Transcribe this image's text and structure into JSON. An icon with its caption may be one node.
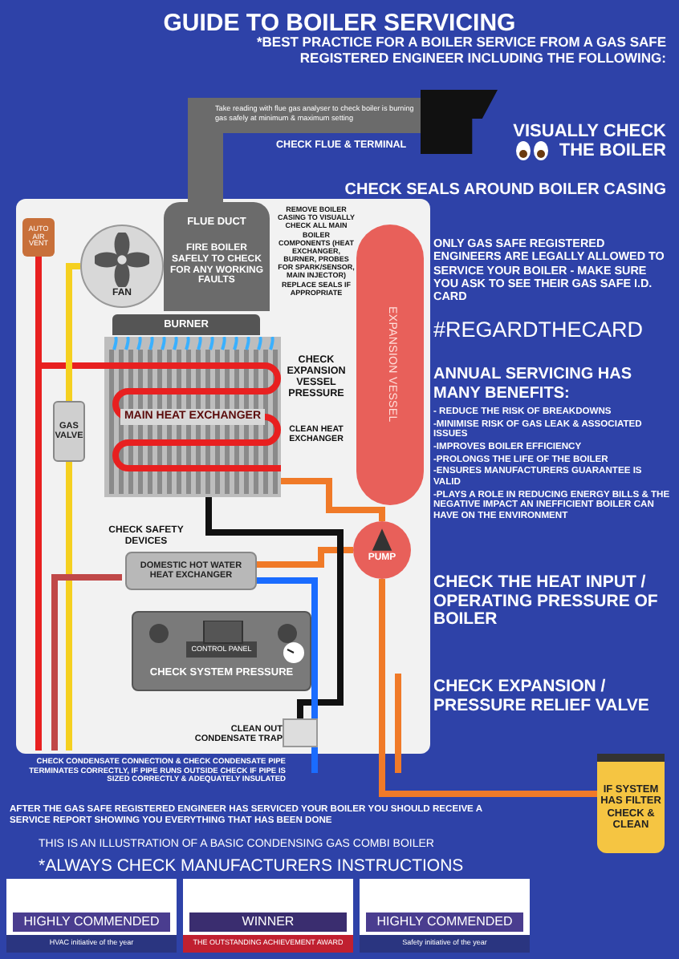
{
  "diagram": {
    "title": "GUIDE TO BOILER SERVICING",
    "nodes": [
      {
        "text": [
          "FLUE DUCT",
          "FIRE BOILER SAFELY TO CHECK FOR ANY WORKING FAULTS"
        ]
      },
      {
        "text": [
          "FAN"
        ]
      },
      {
        "text": [
          "AUTO AIR VENT"
        ]
      },
      {
        "text": [
          "BURNER"
        ]
      },
      {
        "text": [
          "MAIN HEAT EXCHANGER"
        ]
      },
      {
        "text": [
          "GAS VALVE"
        ]
      },
      {
        "text": [
          "EXPANSION VESSEL"
        ]
      },
      {
        "text": [
          "PUMP"
        ]
      },
      {
        "text": [
          "DOMESTIC HOT WATER HEAT EXCHANGER"
        ]
      },
      {
        "text": [
          "CONTROL PANEL",
          "CHECK SYSTEM PRESSURE"
        ]
      },
      {
        "text": [
          "IF SYSTEM HAS FILTER CHECK & CLEAN"
        ]
      },
      {
        "text": [
          "HIGHLY COMMENDED",
          "HVAC initiative of the year"
        ]
      },
      {
        "text": [
          "WINNER",
          "THE OUTSTANDING ACHIEVEMENT AWARD"
        ]
      },
      {
        "text": [
          "HIGHLY COMMENDED",
          "Safety initiative of the year"
        ]
      },
      {
        "text": [],
        "shape": "box"
      },
      {
        "text": [],
        "shape": "box"
      }
    ],
    "edges": [
      {
        "from": 4,
        "to": 7,
        "arrow": "none"
      },
      {
        "from": 7,
        "to": 10,
        "arrow": "none"
      },
      {
        "from": 8,
        "to": 7,
        "arrow": "none"
      },
      {
        "from": 2,
        "to": 4,
        "arrow": "none",
        "color": "#e82020"
      },
      {
        "from": 5,
        "to": 1,
        "arrow": "none",
        "color": "#f5d020"
      },
      {
        "from": 0,
        "to": 14,
        "arrow": "none",
        "style": "thick",
        "color": "#6b6b6b"
      },
      {
        "from": 4,
        "to": 15,
        "arrow": "none",
        "color": "#111111"
      },
      {
        "from": 8,
        "to": null,
        "arrow": "none",
        "color": "#1a6cff"
      }
    ],
    "labels": [
      "*BEST PRACTICE FOR A BOILER SERVICE FROM A GAS SAFE REGISTERED ENGINEER INCLUDING THE FOLLOWING:",
      "Take reading with flue gas analyser to check boiler is burning gas safely at minimum & maximum setting",
      "CHECK FLUE & TERMINAL",
      "VISUALLY CHECK THE BOILER",
      "CHECK SEALS AROUND BOILER CASING",
      "REMOVE BOILER CASING TO VISUALLY CHECK ALL MAIN BOILER COMPONENTS (HEAT EXCHANGER, BURNER, PROBES FOR SPARK/SENSOR, MAIN INJECTOR) REPLACE SEALS IF APPROPRIATE",
      "CHECK EXPANSION VESSEL PRESSURE",
      "CLEAN HEAT EXCHANGER",
      "ONLY GAS SAFE REGISTERED ENGINEERS ARE LEGALLY ALLOWED TO SERVICE YOUR BOILER - MAKE SURE YOU ASK TO SEE THEIR GAS SAFE I.D. CARD",
      "#REGARDTHECARD",
      "ANNUAL SERVICING HAS MANY BENEFITS:",
      "- REDUCE THE RISK OF BREAKDOWNS",
      "-MINIMISE RISK OF GAS LEAK & ASSOCIATED ISSUES",
      "-IMPROVES BOILER EFFICIENCY",
      "-PROLONGS THE LIFE OF THE BOILER",
      "-ENSURES MANUFACTURERS GUARANTEE IS VALID",
      "-PLAYS A ROLE IN REDUCING ENERGY BILLS & THE NEGATIVE IMPACT AN INEFFICIENT BOILER CAN HAVE ON THE ENVIRONMENT",
      "CHECK SAFETY DEVICES",
      "CHECK THE HEAT INPUT / OPERATING PRESSURE OF BOILER",
      "CHECK EXPANSION / PRESSURE RELIEF VALVE",
      "CLEAN OUT CONDENSATE TRAP",
      "CHECK CONDENSATE CONNECTION & CHECK CONDENSATE PIPE TERMINATES CORRECTLY, IF PIPE RUNS OUTSIDE CHECK IF PIPE IS SIZED CORRECTLY & ADEQUATELY INSULATED",
      "AFTER THE GAS SAFE REGISTERED ENGINEER HAS SERVICED YOUR BOILER YOU SHOULD RECEIVE A SERVICE REPORT SHOWING YOU EVERYTHING THAT HAS BEEN DONE",
      "THIS IS AN ILLUSTRATION OF A BASIC CONDENSING GAS COMBI BOILER",
      "*ALWAYS CHECK MANUFACTURERS INSTRUCTIONS"
    ]
  }
}
